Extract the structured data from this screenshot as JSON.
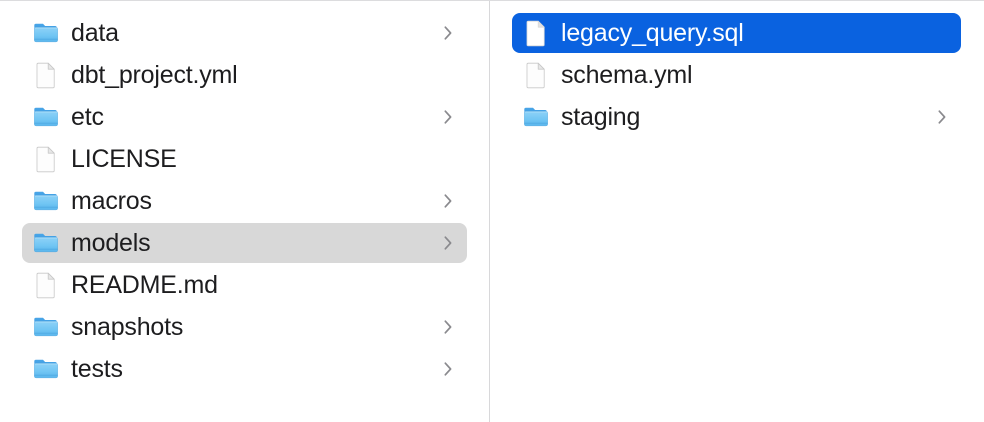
{
  "window": {
    "view_mode": "column",
    "background_color": "#ffffff",
    "divider_color": "#d8d8da",
    "accent_color": "#0a62e0",
    "selection_inactive_color": "#d8d8d8",
    "text_color": "#1d1d1f",
    "chevron_color": "#8a8a8e"
  },
  "columns": [
    {
      "name": "parent-column",
      "items": [
        {
          "label": "data",
          "kind": "folder",
          "icon": "folder-icon",
          "has_chevron": true,
          "state": "normal"
        },
        {
          "label": "dbt_project.yml",
          "kind": "file",
          "icon": "document-icon",
          "has_chevron": false,
          "state": "normal"
        },
        {
          "label": "etc",
          "kind": "folder",
          "icon": "folder-icon",
          "has_chevron": true,
          "state": "normal"
        },
        {
          "label": "LICENSE",
          "kind": "file",
          "icon": "document-icon",
          "has_chevron": false,
          "state": "normal"
        },
        {
          "label": "macros",
          "kind": "folder",
          "icon": "folder-icon",
          "has_chevron": true,
          "state": "normal"
        },
        {
          "label": "models",
          "kind": "folder",
          "icon": "folder-icon",
          "has_chevron": true,
          "state": "selected-inactive"
        },
        {
          "label": "README.md",
          "kind": "file",
          "icon": "document-icon",
          "has_chevron": false,
          "state": "normal"
        },
        {
          "label": "snapshots",
          "kind": "folder",
          "icon": "folder-icon",
          "has_chevron": true,
          "state": "normal"
        },
        {
          "label": "tests",
          "kind": "folder",
          "icon": "folder-icon",
          "has_chevron": true,
          "state": "normal"
        }
      ]
    },
    {
      "name": "child-column",
      "items": [
        {
          "label": "legacy_query.sql",
          "kind": "file",
          "icon": "document-icon",
          "has_chevron": false,
          "state": "selected-active"
        },
        {
          "label": "schema.yml",
          "kind": "file",
          "icon": "document-icon",
          "has_chevron": false,
          "state": "normal"
        },
        {
          "label": "staging",
          "kind": "folder",
          "icon": "folder-icon",
          "has_chevron": true,
          "state": "normal"
        }
      ]
    }
  ]
}
